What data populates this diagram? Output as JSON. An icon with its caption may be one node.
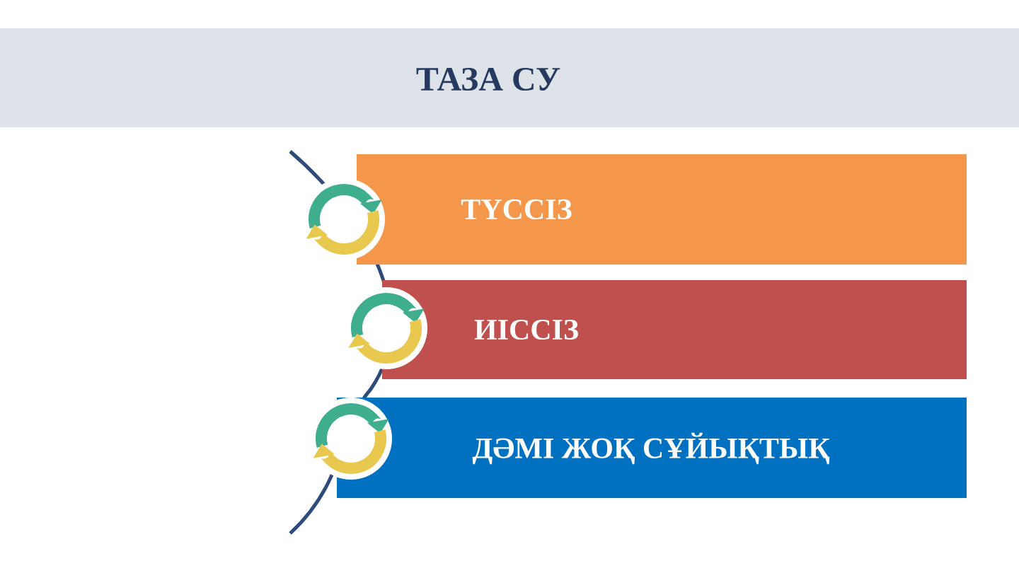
{
  "diagram": {
    "title": "ТАЗА СУ",
    "nodes": [
      {
        "text": [
          "ТҮССІЗ"
        ]
      },
      {
        "text": [
          "ИІССІЗ"
        ]
      },
      {
        "text": [
          "ДӘМІ ЖОҚ СҰЙЫҚТЫҚ"
        ]
      }
    ]
  }
}
